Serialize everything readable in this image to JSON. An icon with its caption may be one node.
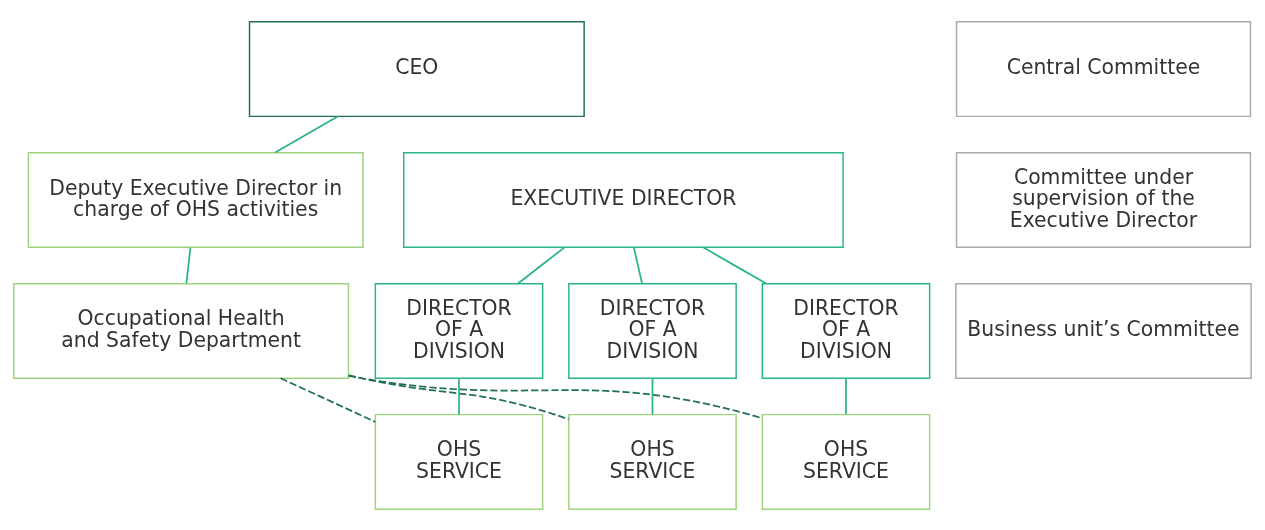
{
  "diagram": {
    "nodes": [
      {
        "text": [
          "CEO"
        ]
      },
      {
        "text": [
          "Deputy Executive Director in charge of OHS activities"
        ]
      },
      {
        "text": [
          "Occupational Health and Safety Department"
        ]
      },
      {
        "text": [
          "EXECUTIVE DIRECTOR"
        ]
      },
      {
        "text": [
          "DIRECTOR OF A DIVISION"
        ]
      },
      {
        "text": [
          "DIRECTOR OF A DIVISION"
        ]
      },
      {
        "text": [
          "DIRECTOR OF A DIVISION"
        ]
      },
      {
        "text": [
          "OHS SERVICE"
        ]
      },
      {
        "text": [
          "OHS SERVICE"
        ]
      },
      {
        "text": [
          "OHS SERVICE"
        ]
      },
      {
        "text": [
          "Central Committee"
        ]
      },
      {
        "text": [
          "Committee under supervision of the Executive Director"
        ]
      },
      {
        "text": [
          "Business unit’s Committee"
        ]
      }
    ],
    "edges": [
      {
        "from": 0,
        "to": 1,
        "arrow": "none"
      },
      {
        "from": 1,
        "to": 2,
        "arrow": "none"
      },
      {
        "from": 3,
        "to": 4,
        "arrow": "none"
      },
      {
        "from": 3,
        "to": 5,
        "arrow": "none"
      },
      {
        "from": 3,
        "to": 6,
        "arrow": "none"
      },
      {
        "from": 4,
        "to": 7,
        "arrow": "none"
      },
      {
        "from": 5,
        "to": 8,
        "arrow": "none"
      },
      {
        "from": 6,
        "to": 9,
        "arrow": "none"
      },
      {
        "from": 2,
        "to": 7,
        "arrow": "none",
        "style": "dashed",
        "color": "#1f6f5a"
      },
      {
        "from": 2,
        "to": 8,
        "arrow": "none",
        "style": "dashed",
        "color": "#1f6f5a"
      },
      {
        "from": 2,
        "to": 9,
        "arrow": "none",
        "style": "dashed",
        "color": "#1f6f5a"
      }
    ]
  }
}
